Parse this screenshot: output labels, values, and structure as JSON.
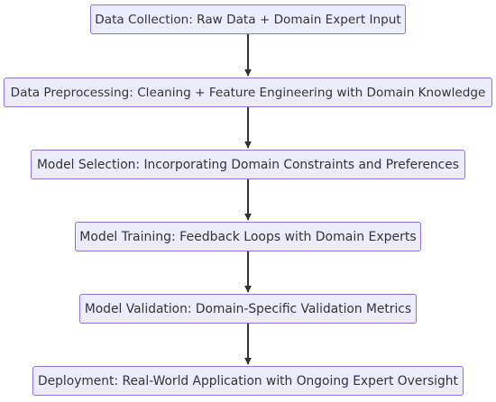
{
  "nodes": [
    {
      "label": "Data Collection: Raw Data + Domain Expert Input"
    },
    {
      "label": "Data Preprocessing: Cleaning + Feature Engineering with Domain Knowledge"
    },
    {
      "label": "Model Selection: Incorporating Domain Constraints and Preferences"
    },
    {
      "label": "Model Training: Feedback Loops with Domain Experts"
    },
    {
      "label": "Model Validation: Domain-Specific Validation Metrics"
    },
    {
      "label": "Deployment: Real-World Application with Ongoing Expert Oversight"
    }
  ],
  "colors": {
    "node_fill": "#ececff",
    "node_border": "#9370db",
    "text": "#333333",
    "arrow": "#333333"
  }
}
